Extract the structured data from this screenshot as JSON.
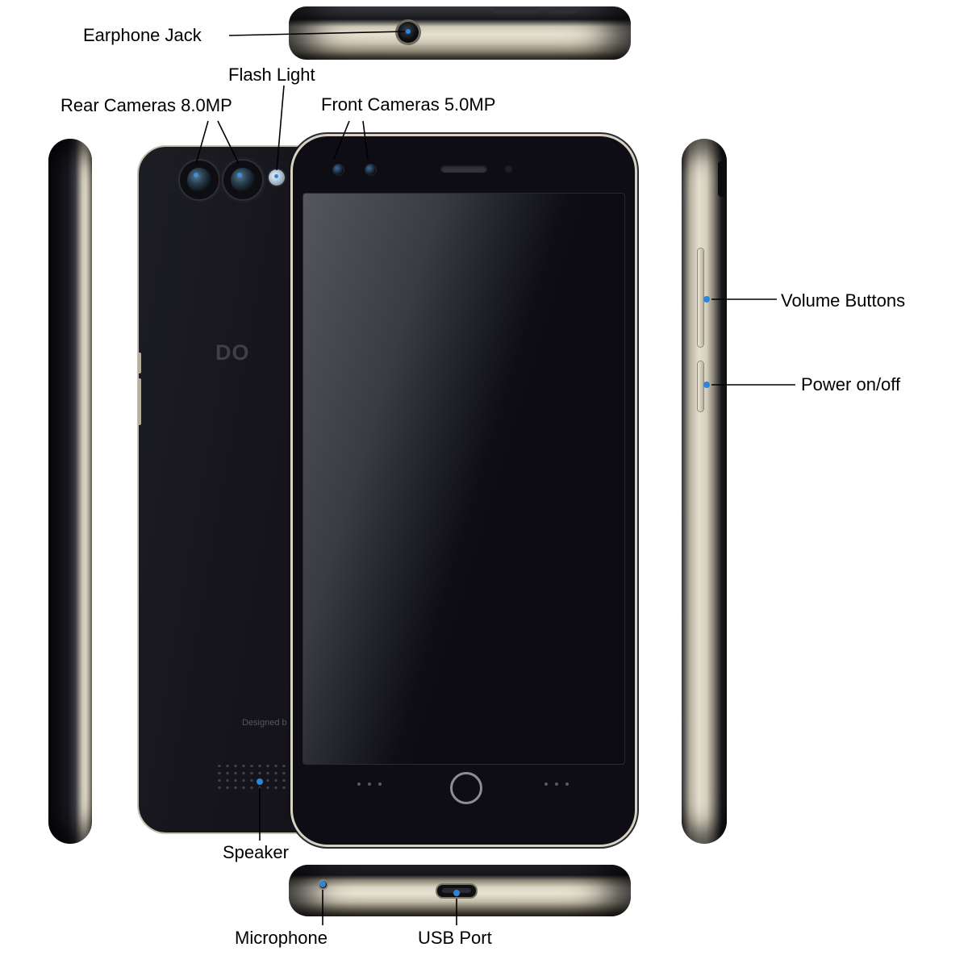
{
  "callouts": {
    "earphone_jack": "Earphone Jack",
    "flash_light": "Flash Light",
    "rear_cameras": "Rear Cameras 8.0MP",
    "front_cameras": "Front Cameras 5.0MP",
    "volume_buttons": "Volume Buttons",
    "power": "Power on/off",
    "speaker": "Speaker",
    "microphone": "Microphone",
    "usb_port": "USB Port"
  },
  "phone_back": {
    "brand_partial": "DO",
    "designed_partial": "Designed b"
  },
  "colors": {
    "metal": "#d8d2c2",
    "body": "#15151b",
    "accent_blue": "#2f86d6",
    "label_text": "#000000",
    "leader_line": "#000000"
  }
}
